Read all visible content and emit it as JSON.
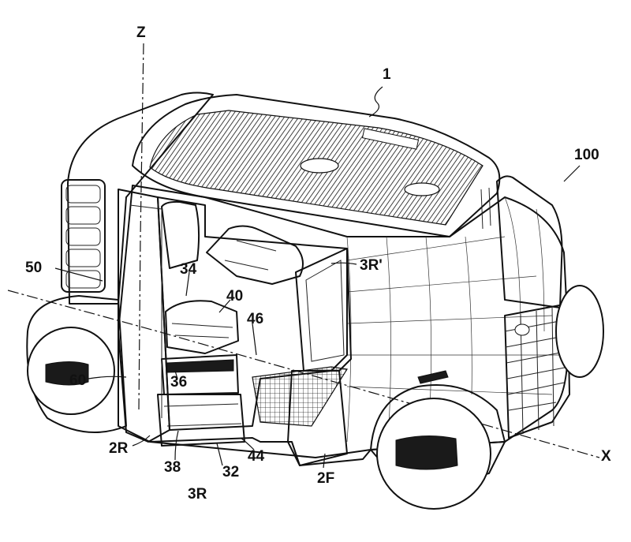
{
  "figure": {
    "reference_labels": {
      "vehicle": "1",
      "system": "100",
      "axis_z": "Z",
      "axis_x": "X",
      "panel_50": "50",
      "seat_34": "34",
      "seat_40": "40",
      "gap_46": "46",
      "door_3r_prime": "3R'",
      "wheel_60": "60",
      "step_36": "36",
      "door_2r": "2R",
      "part_38": "38",
      "door_3r": "3R",
      "part_32": "32",
      "part_44": "44",
      "door_2f": "2F"
    }
  }
}
